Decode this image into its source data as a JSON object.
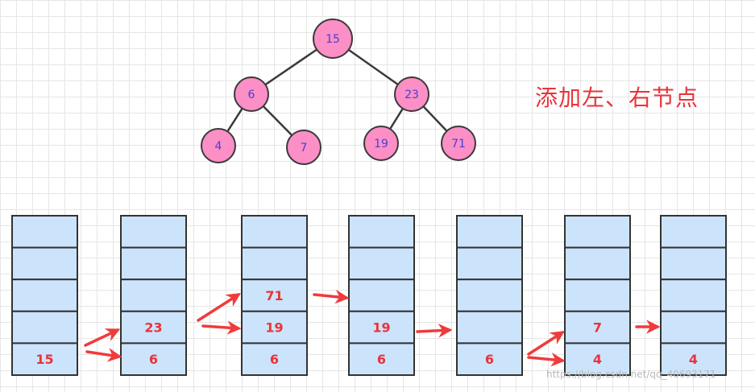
{
  "caption": "添加左、右节点",
  "watermark": "https://blog.csdn.net/qq_40693171",
  "colors": {
    "node_fill": "#fb8fc6",
    "node_stroke": "#3a3a3a",
    "node_text": "#4a3fd6",
    "cell_fill": "#cce4fb",
    "cell_stroke": "#333333",
    "cell_text": "#e8343a",
    "arrow": "#ef3b3b"
  },
  "tree": {
    "nodes": [
      {
        "id": "n15",
        "label": "15"
      },
      {
        "id": "n6",
        "label": "6"
      },
      {
        "id": "n23",
        "label": "23"
      },
      {
        "id": "n4",
        "label": "4"
      },
      {
        "id": "n7",
        "label": "7"
      },
      {
        "id": "n19",
        "label": "19"
      },
      {
        "id": "n71",
        "label": "71"
      }
    ],
    "edges": [
      [
        "n15",
        "n6"
      ],
      [
        "n15",
        "n23"
      ],
      [
        "n6",
        "n4"
      ],
      [
        "n6",
        "n7"
      ],
      [
        "n23",
        "n19"
      ],
      [
        "n23",
        "n71"
      ]
    ]
  },
  "stacks": [
    {
      "cells": [
        "",
        "",
        "",
        "",
        "15"
      ]
    },
    {
      "cells": [
        "",
        "",
        "",
        "23",
        "6"
      ]
    },
    {
      "cells": [
        "",
        "",
        "71",
        "19",
        "6"
      ]
    },
    {
      "cells": [
        "",
        "",
        "",
        "19",
        "6"
      ]
    },
    {
      "cells": [
        "",
        "",
        "",
        "",
        "6"
      ]
    },
    {
      "cells": [
        "",
        "",
        "",
        "7",
        "4"
      ]
    },
    {
      "cells": [
        "",
        "",
        "",
        "",
        "4"
      ]
    }
  ]
}
